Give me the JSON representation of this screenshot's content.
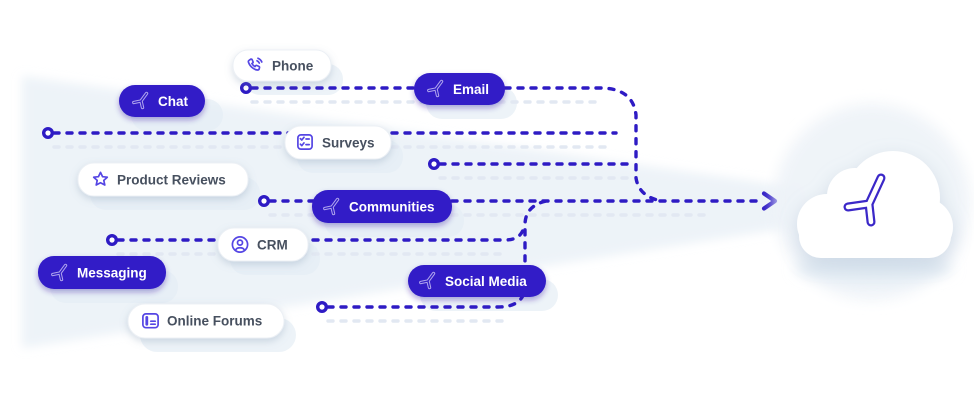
{
  "channels": [
    {
      "label": "Phone",
      "variant": "light",
      "icon": "phone-icon"
    },
    {
      "label": "Chat",
      "variant": "solid",
      "icon": "brand-logo-icon"
    },
    {
      "label": "Email",
      "variant": "solid",
      "icon": "brand-logo-icon"
    },
    {
      "label": "Surveys",
      "variant": "light",
      "icon": "survey-checklist-icon"
    },
    {
      "label": "Product Reviews",
      "variant": "light",
      "icon": "star-icon"
    },
    {
      "label": "Communities",
      "variant": "solid",
      "icon": "brand-logo-icon"
    },
    {
      "label": "CRM",
      "variant": "light",
      "icon": "user-circle-icon"
    },
    {
      "label": "Messaging",
      "variant": "solid",
      "icon": "brand-logo-icon"
    },
    {
      "label": "Social Media",
      "variant": "solid",
      "icon": "brand-logo-icon"
    },
    {
      "label": "Online Forums",
      "variant": "light",
      "icon": "forum-window-icon"
    }
  ],
  "destination": {
    "shape": "cloud",
    "icon": "brand-logo-icon"
  },
  "colors": {
    "accent_indigo": "#2E1BC4",
    "pill_indigo": "#331FC7",
    "pill_light_bg": "#FFFFFF",
    "pill_light_text": "#47505F",
    "icon_indigo": "#5546E4",
    "dashed_shadow": "#E2E8F2",
    "beam": "#DBE7F1",
    "cloud_fill": "#FFFFFF"
  }
}
